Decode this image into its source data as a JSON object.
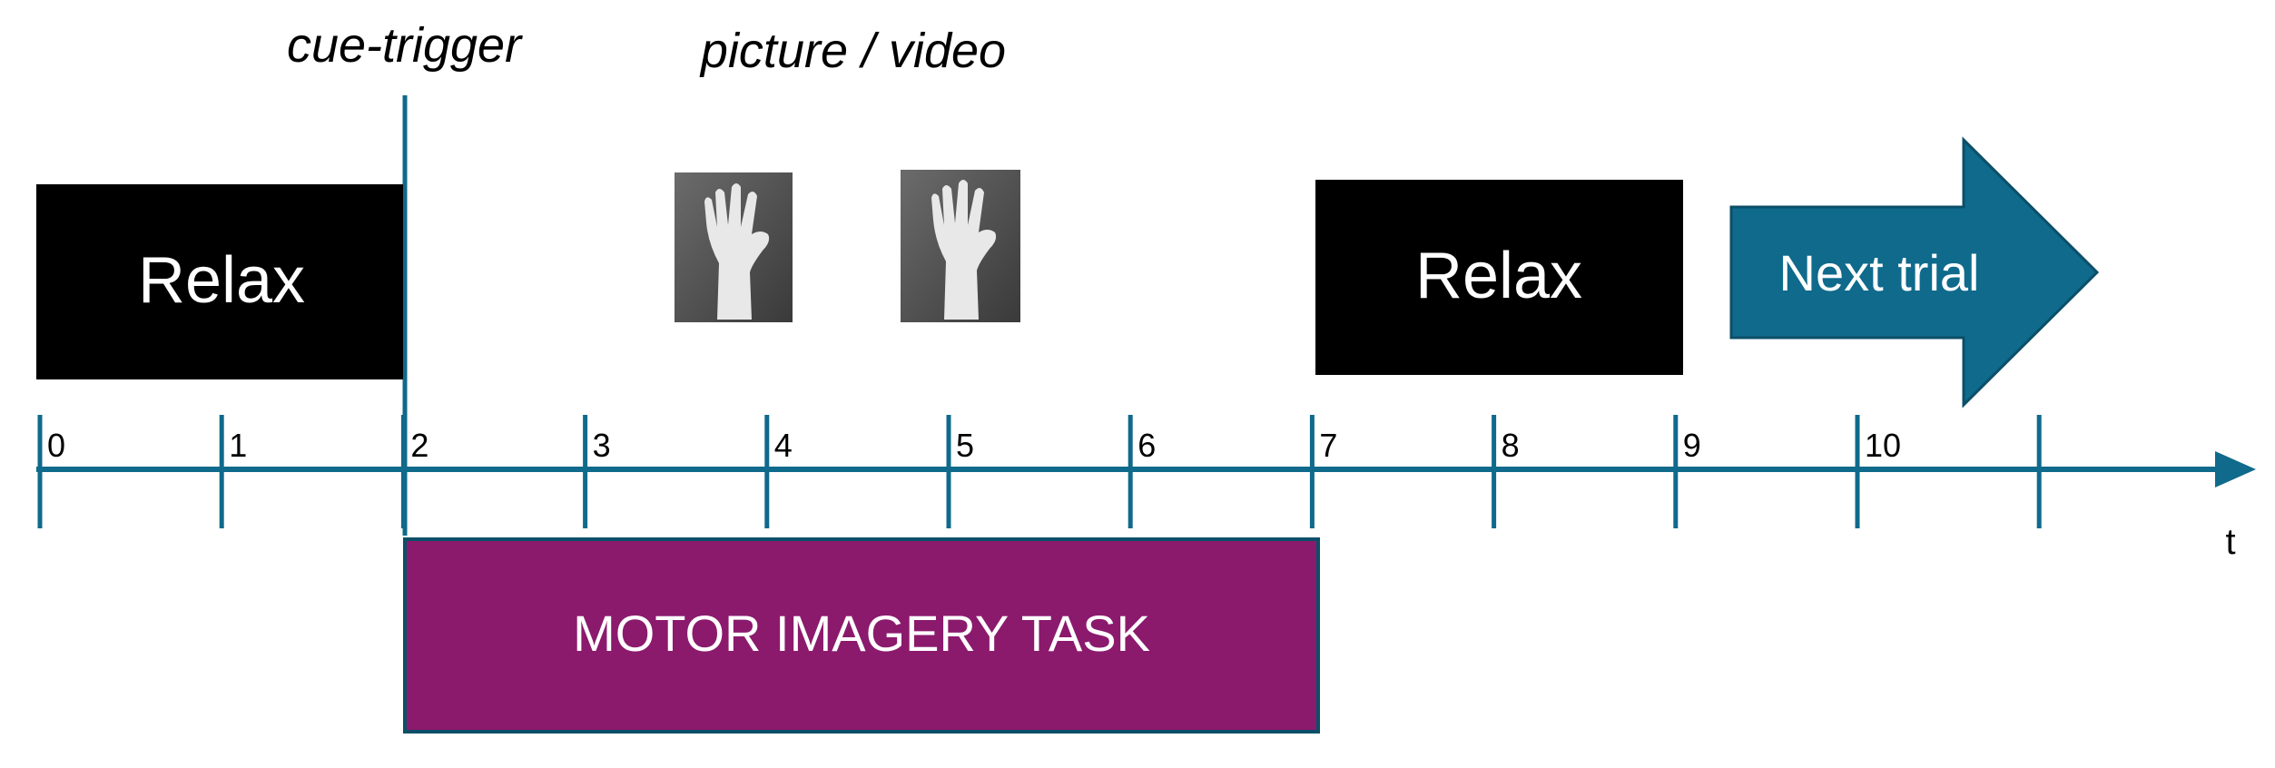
{
  "labels": {
    "cue_trigger": "cue-trigger",
    "picture_video": "picture / video",
    "relax_first": "Relax",
    "relax_second": "Relax",
    "next_trial": "Next trial",
    "task": "MOTOR IMAGERY TASK",
    "time_axis": "t"
  },
  "ticks": [
    "0",
    "1",
    "2",
    "3",
    "4",
    "5",
    "6",
    "7",
    "8",
    "9",
    "10",
    ""
  ],
  "images": [
    "hand-image-1",
    "hand-image-2"
  ],
  "colors": {
    "teal": "#0f6a8c",
    "relax_box": "#000000",
    "task_box": "#8b1a6d",
    "text_light": "#ffffff",
    "text_dark": "#000000"
  }
}
